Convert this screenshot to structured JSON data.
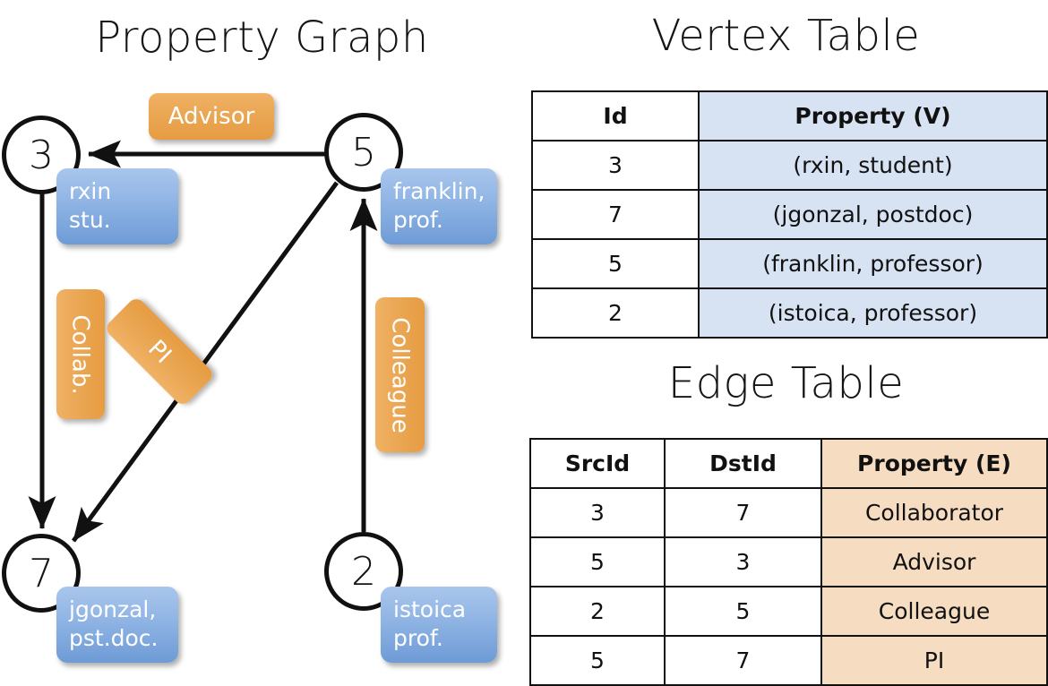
{
  "titles": {
    "graph": "Property Graph",
    "vertex_table": "Vertex Table",
    "edge_table": "Edge Table"
  },
  "colors": {
    "vertex_property_fill": "#d7e2f2",
    "edge_property_fill": "#f6ddc2",
    "node_box_blue": "#8fb4e4",
    "edge_label_orange": "#eaa754",
    "line": "#111111",
    "background": "#ffffff"
  },
  "graph": {
    "nodes": [
      {
        "id": "3",
        "label": "3",
        "property_lines": [
          "rxin",
          "stu."
        ]
      },
      {
        "id": "5",
        "label": "5",
        "property_lines": [
          "franklin,",
          "prof."
        ]
      },
      {
        "id": "7",
        "label": "7",
        "property_lines": [
          "jgonzal,",
          "pst.doc."
        ]
      },
      {
        "id": "2",
        "label": "2",
        "property_lines": [
          "istoica",
          "prof."
        ]
      }
    ],
    "edge_labels": [
      {
        "name": "advisor",
        "text": "Advisor",
        "orientation": "horizontal"
      },
      {
        "name": "collab",
        "text": "Collab.",
        "orientation": "vertical"
      },
      {
        "name": "pi",
        "text": "PI",
        "orientation": "diagonal"
      },
      {
        "name": "colleague",
        "text": "Colleague",
        "orientation": "vertical"
      }
    ],
    "edges": [
      {
        "from": "5",
        "to": "3",
        "label": "Advisor"
      },
      {
        "from": "3",
        "to": "7",
        "label": "Collab."
      },
      {
        "from": "5",
        "to": "7",
        "label": "PI"
      },
      {
        "from": "2",
        "to": "5",
        "label": "Colleague"
      }
    ]
  },
  "vertex_table": {
    "columns": [
      "Id",
      "Property (V)"
    ],
    "rows": [
      {
        "id": "3",
        "property": "(rxin, student)"
      },
      {
        "id": "7",
        "property": "(jgonzal, postdoc)"
      },
      {
        "id": "5",
        "property": "(franklin, professor)"
      },
      {
        "id": "2",
        "property": "(istoica, professor)"
      }
    ]
  },
  "edge_table": {
    "columns": [
      "SrcId",
      "DstId",
      "Property (E)"
    ],
    "rows": [
      {
        "src": "3",
        "dst": "7",
        "property": "Collaborator"
      },
      {
        "src": "5",
        "dst": "3",
        "property": "Advisor"
      },
      {
        "src": "2",
        "dst": "5",
        "property": "Colleague"
      },
      {
        "src": "5",
        "dst": "7",
        "property": "PI"
      }
    ]
  }
}
